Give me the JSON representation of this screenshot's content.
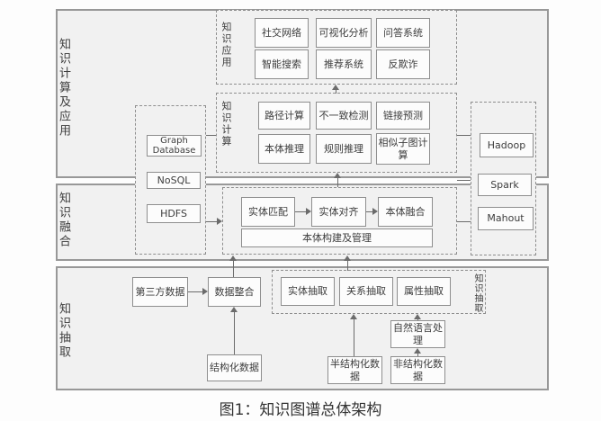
{
  "caption": "图1：知识图谱总体架构",
  "palette": {
    "section_fill": "#f1f1f1",
    "box_fill": "#fcfcfc",
    "border_gray": "#8e8e8e",
    "line_gray": "#6b6b6b",
    "text_gray": "#3d3d3d"
  },
  "sections": {
    "computing_app": {
      "label": "知识计算及应用"
    },
    "fusion": {
      "label": "知识融合"
    },
    "extraction": {
      "label": "知识抽取"
    }
  },
  "groups": {
    "application": {
      "label": "知识应用",
      "boxes": [
        "社交网络",
        "可视化分析",
        "问答系统",
        "智能搜索",
        "推荐系统",
        "反欺诈"
      ]
    },
    "computing": {
      "label": "知识计算",
      "boxes": [
        "路径计算",
        "不一致检测",
        "链接预测",
        "本体推理",
        "规则推理",
        "相似子图计算"
      ]
    },
    "storage": {
      "boxes": [
        "Graph Database",
        "NoSQL",
        "HDFS"
      ]
    },
    "big_data": {
      "boxes": [
        "Hadoop",
        "Spark",
        "Mahout"
      ]
    },
    "fusion_pipeline": {
      "boxes": [
        "实体匹配",
        "实体对齐",
        "本体融合"
      ],
      "base": "本体构建及管理"
    },
    "extraction_pipeline": {
      "label": "知识抽取",
      "boxes": [
        "实体抽取",
        "关系抽取",
        "属性抽取"
      ]
    }
  },
  "data_flow": {
    "third_party": "第三方数据",
    "integration": "数据整合",
    "structured": "结构化数据",
    "semi_structured": "半结构化数据",
    "unstructured": "非结构化数据",
    "nlp": "自然语言处理"
  }
}
